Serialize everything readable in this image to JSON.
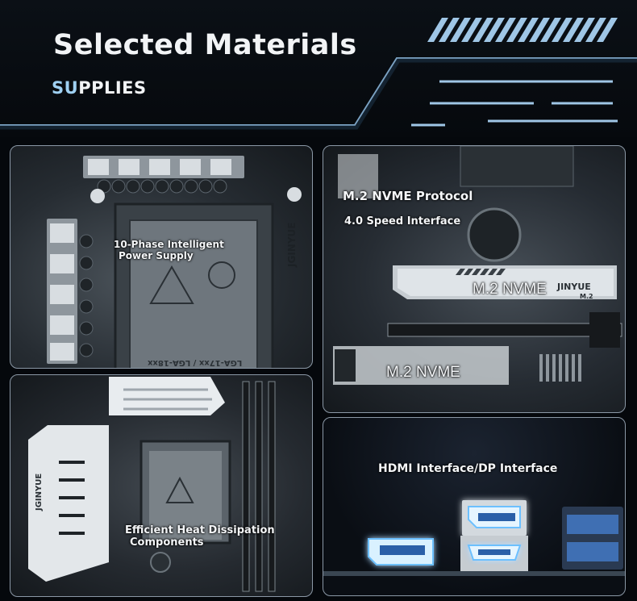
{
  "header": {
    "title": "Selected Materials",
    "subtitle_highlight": "SU",
    "subtitle_rest": "PPLIES"
  },
  "panels": {
    "power": {
      "label_line1": "10-Phase Intelligent",
      "label_line2": "Power Supply",
      "brand": "JGINYUE",
      "socket_text": "LGA-17xx / LGA-18xx"
    },
    "m2": {
      "title": "M.2 NVME Protocol",
      "speed": "4.0 Speed Interface",
      "slot1_label": "M.2 NVME",
      "slot2_label": "M.2 NVME",
      "heatsink_brand": "JINYUE",
      "heatsink_tag": "M.2"
    },
    "heat": {
      "label_line1": "Efficient Heat Dissipation",
      "label_line2": "Components",
      "brand": "JGINYUE"
    },
    "io": {
      "title": "HDMI Interface/DP Interface"
    }
  },
  "colors": {
    "accent": "#9fd0f2",
    "glow": "#6cc0ff",
    "panel_border": "#8b98a6"
  }
}
